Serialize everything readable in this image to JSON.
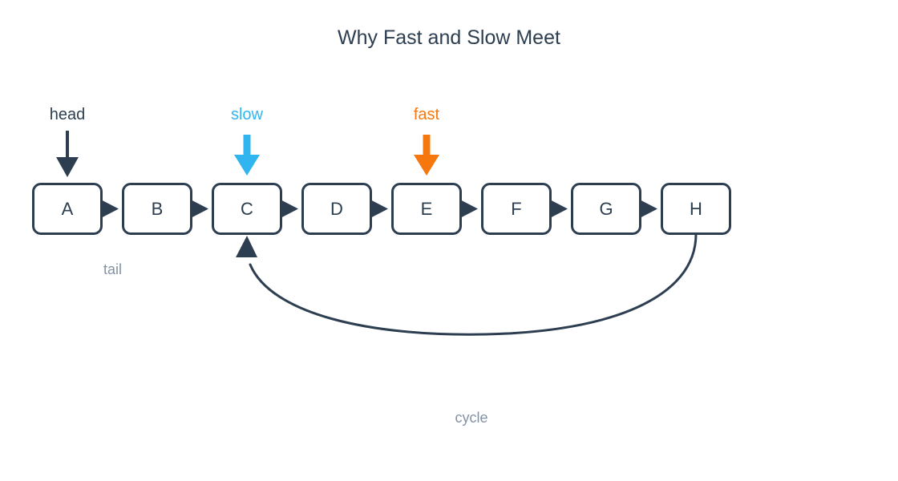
{
  "title": "Why Fast and Slow Meet",
  "pointers": {
    "head": {
      "label": "head",
      "color": "#2d3e50",
      "points_to": "A"
    },
    "slow": {
      "label": "slow",
      "color": "#30b5f0",
      "points_to": "C"
    },
    "fast": {
      "label": "fast",
      "color": "#f5770e",
      "points_to": "E"
    }
  },
  "nodes": [
    {
      "label": "A"
    },
    {
      "label": "B"
    },
    {
      "label": "C"
    },
    {
      "label": "D"
    },
    {
      "label": "E"
    },
    {
      "label": "F"
    },
    {
      "label": "G"
    },
    {
      "label": "H"
    }
  ],
  "annotations": {
    "tail": "tail",
    "cycle": "cycle"
  },
  "structure": {
    "list_order": [
      "A",
      "B",
      "C",
      "D",
      "E",
      "F",
      "G",
      "H"
    ],
    "cycle_back_edge": {
      "from": "H",
      "to": "C"
    }
  },
  "colors": {
    "node_border": "#2d3e50",
    "node_text": "#2d3e50",
    "title_text": "#2d3e50",
    "muted_label": "#8392a4",
    "slow_accent": "#30b5f0",
    "fast_accent": "#f5770e",
    "background": "#ffffff"
  }
}
